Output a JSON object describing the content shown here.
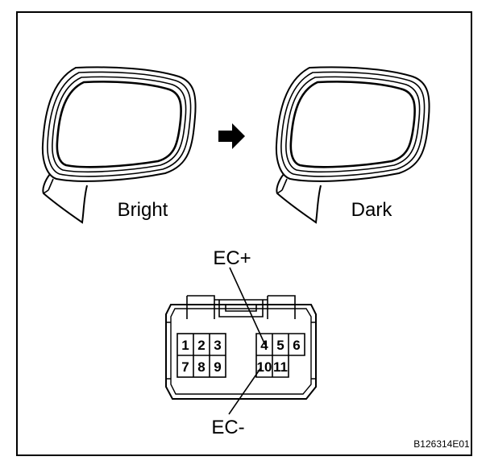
{
  "labels": {
    "left_mirror": "Bright",
    "right_mirror": "Dark",
    "ec_plus": "EC+",
    "ec_minus": "EC-",
    "figure_code": "B126314E01"
  },
  "connector": {
    "pins_top": [
      "1",
      "2",
      "3",
      "4",
      "5",
      "6"
    ],
    "pins_bottom": [
      "7",
      "8",
      "9",
      "10",
      "11"
    ]
  }
}
